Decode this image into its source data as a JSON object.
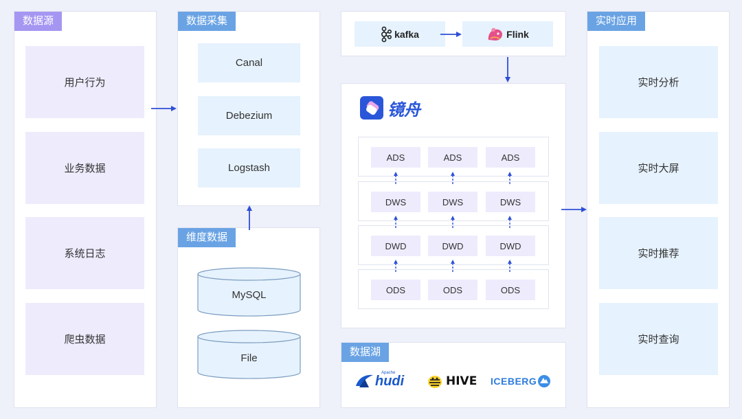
{
  "sources": {
    "title": "数据源",
    "items": [
      "用户行为",
      "业务数据",
      "系统日志",
      "爬虫数据"
    ]
  },
  "collection": {
    "title": "数据采集",
    "items": [
      "Canal",
      "Debezium",
      "Logstash"
    ]
  },
  "dimension": {
    "title": "维度数据",
    "items": [
      "MySQL",
      "File"
    ]
  },
  "stream": {
    "kafka_label": "kafka",
    "flink_label": "Flink"
  },
  "warehouse": {
    "brand": "镜舟",
    "layers": [
      [
        "ADS",
        "ADS",
        "ADS"
      ],
      [
        "DWS",
        "DWS",
        "DWS"
      ],
      [
        "DWD",
        "DWD",
        "DWD"
      ],
      [
        "ODS",
        "ODS",
        "ODS"
      ]
    ]
  },
  "lake": {
    "title": "数据湖",
    "hudi_label": "hudi",
    "hudi_small": "Apache",
    "hive_label": "HIVE",
    "iceberg_label": "ICEBERG"
  },
  "apps": {
    "title": "实时应用",
    "items": [
      "实时分析",
      "实时大屏",
      "实时推荐",
      "实时查询"
    ]
  },
  "colors": {
    "arrow": "#2d4fd6",
    "tag_purple": "#a596f2",
    "tag_blue": "#6aa3e4"
  }
}
